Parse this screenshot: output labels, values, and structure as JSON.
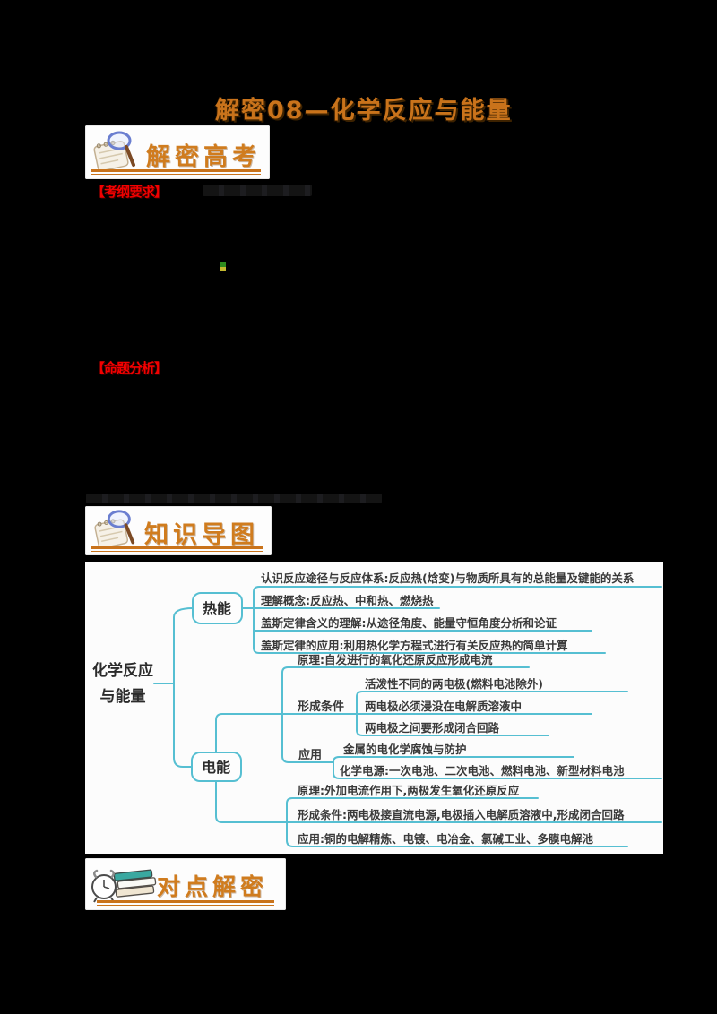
{
  "title": "解密08—化学反应与能量",
  "colors": {
    "accent_orange": "#c9731b",
    "label_red": "#f20000",
    "map_cyan": "#56bfd2"
  },
  "icons": {
    "header_icon": "magnifier-notepad-icon",
    "practice_icon": "alarm-clock-books-icon"
  },
  "sections": {
    "gaokao": {
      "label": "解密高考"
    },
    "daotu": {
      "label": "知识导图"
    },
    "duidian": {
      "label": "对点解密"
    }
  },
  "labels": {
    "kaogang": "【考纲要求】",
    "mingti": "【命题分析】"
  },
  "mindmap": {
    "root": {
      "line1": "化学反应",
      "line2": "与能量"
    },
    "nodes": {
      "thermal": "热能",
      "electric": "电能"
    },
    "thermal_branches": [
      "认识反应途径与反应体系:反应热(焓变)与物质所具有的总能量及键能的关系",
      "理解概念:反应热、中和热、燃烧热",
      "盖斯定律含义的理解:从途径角度、能量守恒角度分析和论证",
      "盖斯定律的应用:利用热化学方程式进行有关反应热的简单计算"
    ],
    "galvanic": {
      "principle": "原理:自发进行的氧化还原反应形成电流",
      "condition_label": "形成条件",
      "conditions": [
        "活泼性不同的两电极(燃料电池除外)",
        "两电极必须浸没在电解质溶液中",
        "两电极之间要形成闭合回路"
      ],
      "application_label": "应用",
      "applications": [
        "金属的电化学腐蚀与防护",
        "化学电源:一次电池、二次电池、燃料电池、新型材料电池"
      ]
    },
    "electrolysis": {
      "principle": "原理:外加电流作用下,两极发生氧化还原反应",
      "condition": "形成条件:两电极接直流电源,电极插入电解质溶液中,形成闭合回路",
      "application": "应用:铜的电解精炼、电镀、电冶金、氯碱工业、多膜电解池"
    }
  }
}
